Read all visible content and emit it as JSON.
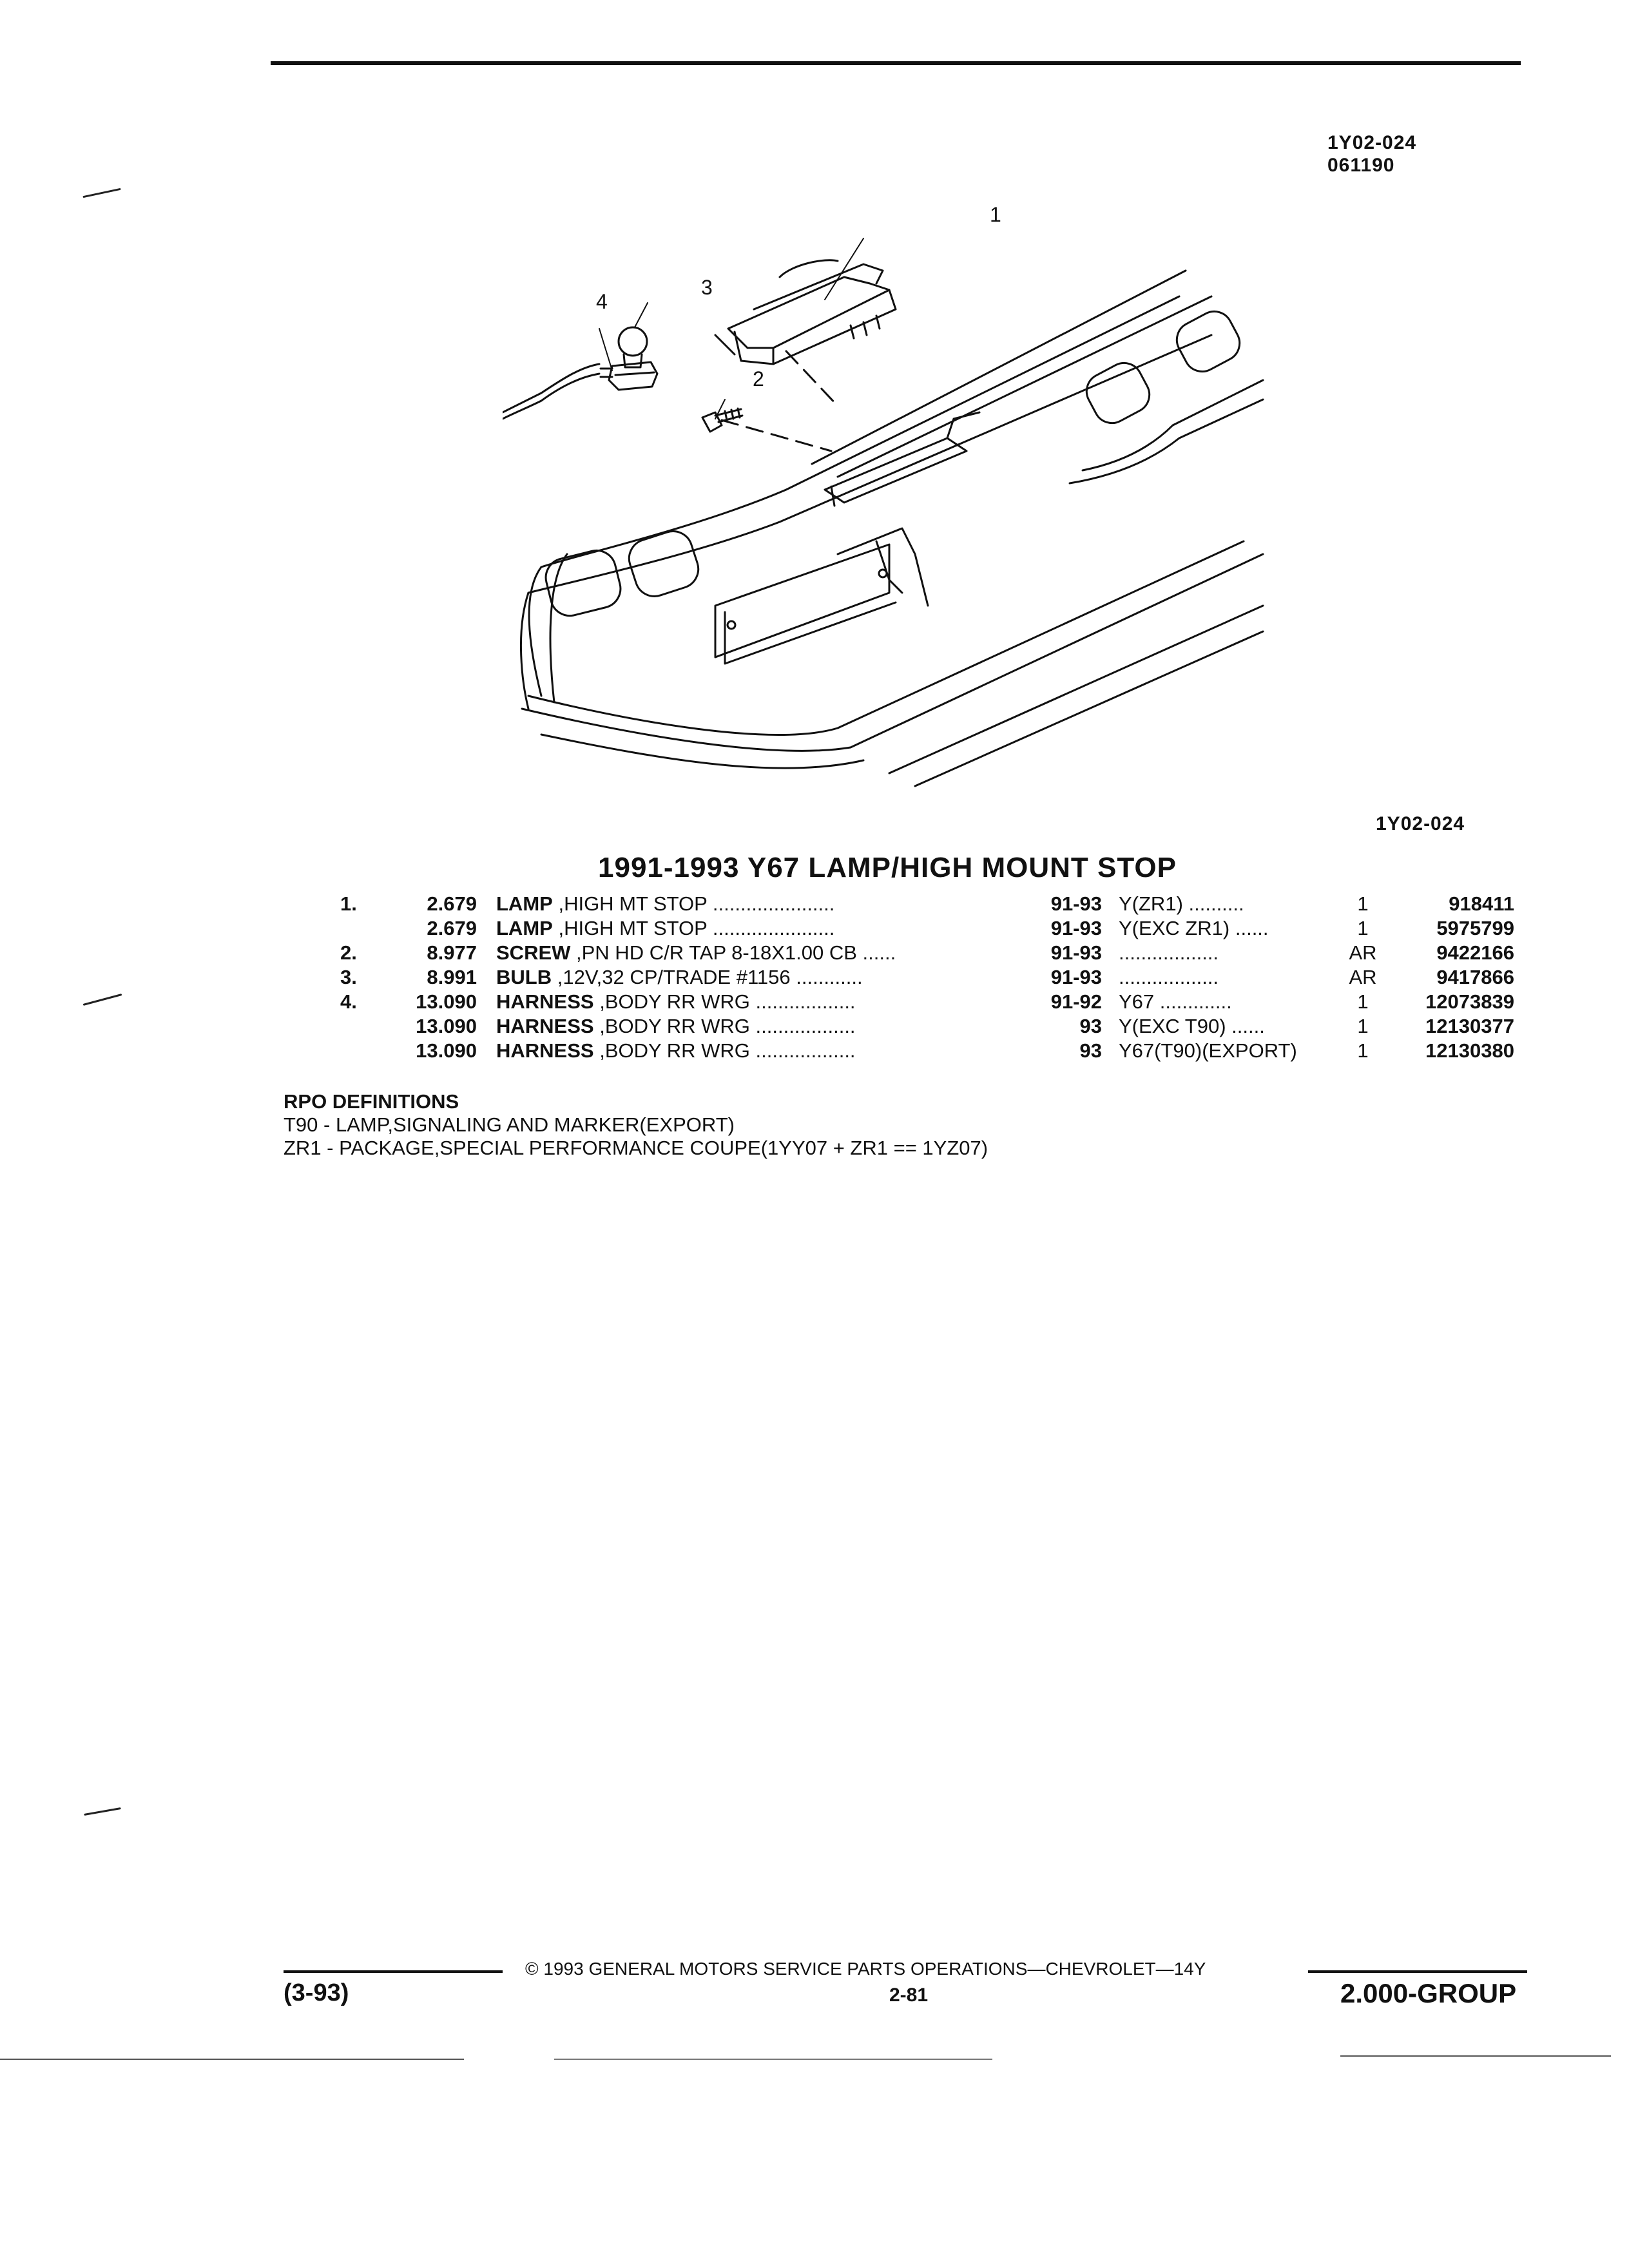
{
  "header": {
    "ref_code": "1Y02-024",
    "ref_date": "061190"
  },
  "diagram": {
    "callouts": [
      "1",
      "2",
      "3",
      "4"
    ],
    "caption": "1Y02-024"
  },
  "section_title": "1991-1993 Y67 LAMP/HIGH MOUNT STOP",
  "parts": [
    {
      "item": "1.",
      "group": "2.679",
      "name": "LAMP",
      "detail": ",HIGH MT STOP",
      "leader": "......................",
      "years": "91-93",
      "rpo": "Y(ZR1) ..........",
      "qty": "1",
      "part_no": "918411"
    },
    {
      "item": "",
      "group": "2.679",
      "name": "LAMP",
      "detail": ",HIGH MT STOP",
      "leader": "......................",
      "years": "91-93",
      "rpo": "Y(EXC ZR1) ......",
      "qty": "1",
      "part_no": "5975799"
    },
    {
      "item": "2.",
      "group": "8.977",
      "name": "SCREW",
      "detail": ",PN HD C/R TAP 8-18X1.00 CB",
      "leader": "......",
      "years": "91-93",
      "rpo": "..................",
      "qty": "AR",
      "part_no": "9422166"
    },
    {
      "item": "3.",
      "group": "8.991",
      "name": "BULB",
      "detail": ",12V,32 CP/TRADE #1156",
      "leader": "............",
      "years": "91-93",
      "rpo": "..................",
      "qty": "AR",
      "part_no": "9417866"
    },
    {
      "item": "4.",
      "group": "13.090",
      "name": "HARNESS",
      "detail": ",BODY RR WRG",
      "leader": "..................",
      "years": "91-92",
      "rpo": "Y67 .............",
      "qty": "1",
      "part_no": "12073839"
    },
    {
      "item": "",
      "group": "13.090",
      "name": "HARNESS",
      "detail": ",BODY RR WRG",
      "leader": "..................",
      "years": "93",
      "rpo": "Y(EXC T90) ......",
      "qty": "1",
      "part_no": "12130377"
    },
    {
      "item": "",
      "group": "13.090",
      "name": "HARNESS",
      "detail": ",BODY RR WRG",
      "leader": "..................",
      "years": "93",
      "rpo": "Y67(T90)(EXPORT)",
      "qty": "1",
      "part_no": "12130380"
    }
  ],
  "rpo_definitions": {
    "heading": "RPO DEFINITIONS",
    "lines": [
      "T90 - LAMP,SIGNALING AND MARKER(EXPORT)",
      "ZR1 - PACKAGE,SPECIAL PERFORMANCE COUPE(1YY07 + ZR1 == 1YZ07)"
    ]
  },
  "footer": {
    "copyright": "© 1993 GENERAL MOTORS SERVICE PARTS OPERATIONS—CHEVROLET—14Y",
    "revision": "(3-93)",
    "page": "2-81",
    "group": "2.000-GROUP"
  }
}
